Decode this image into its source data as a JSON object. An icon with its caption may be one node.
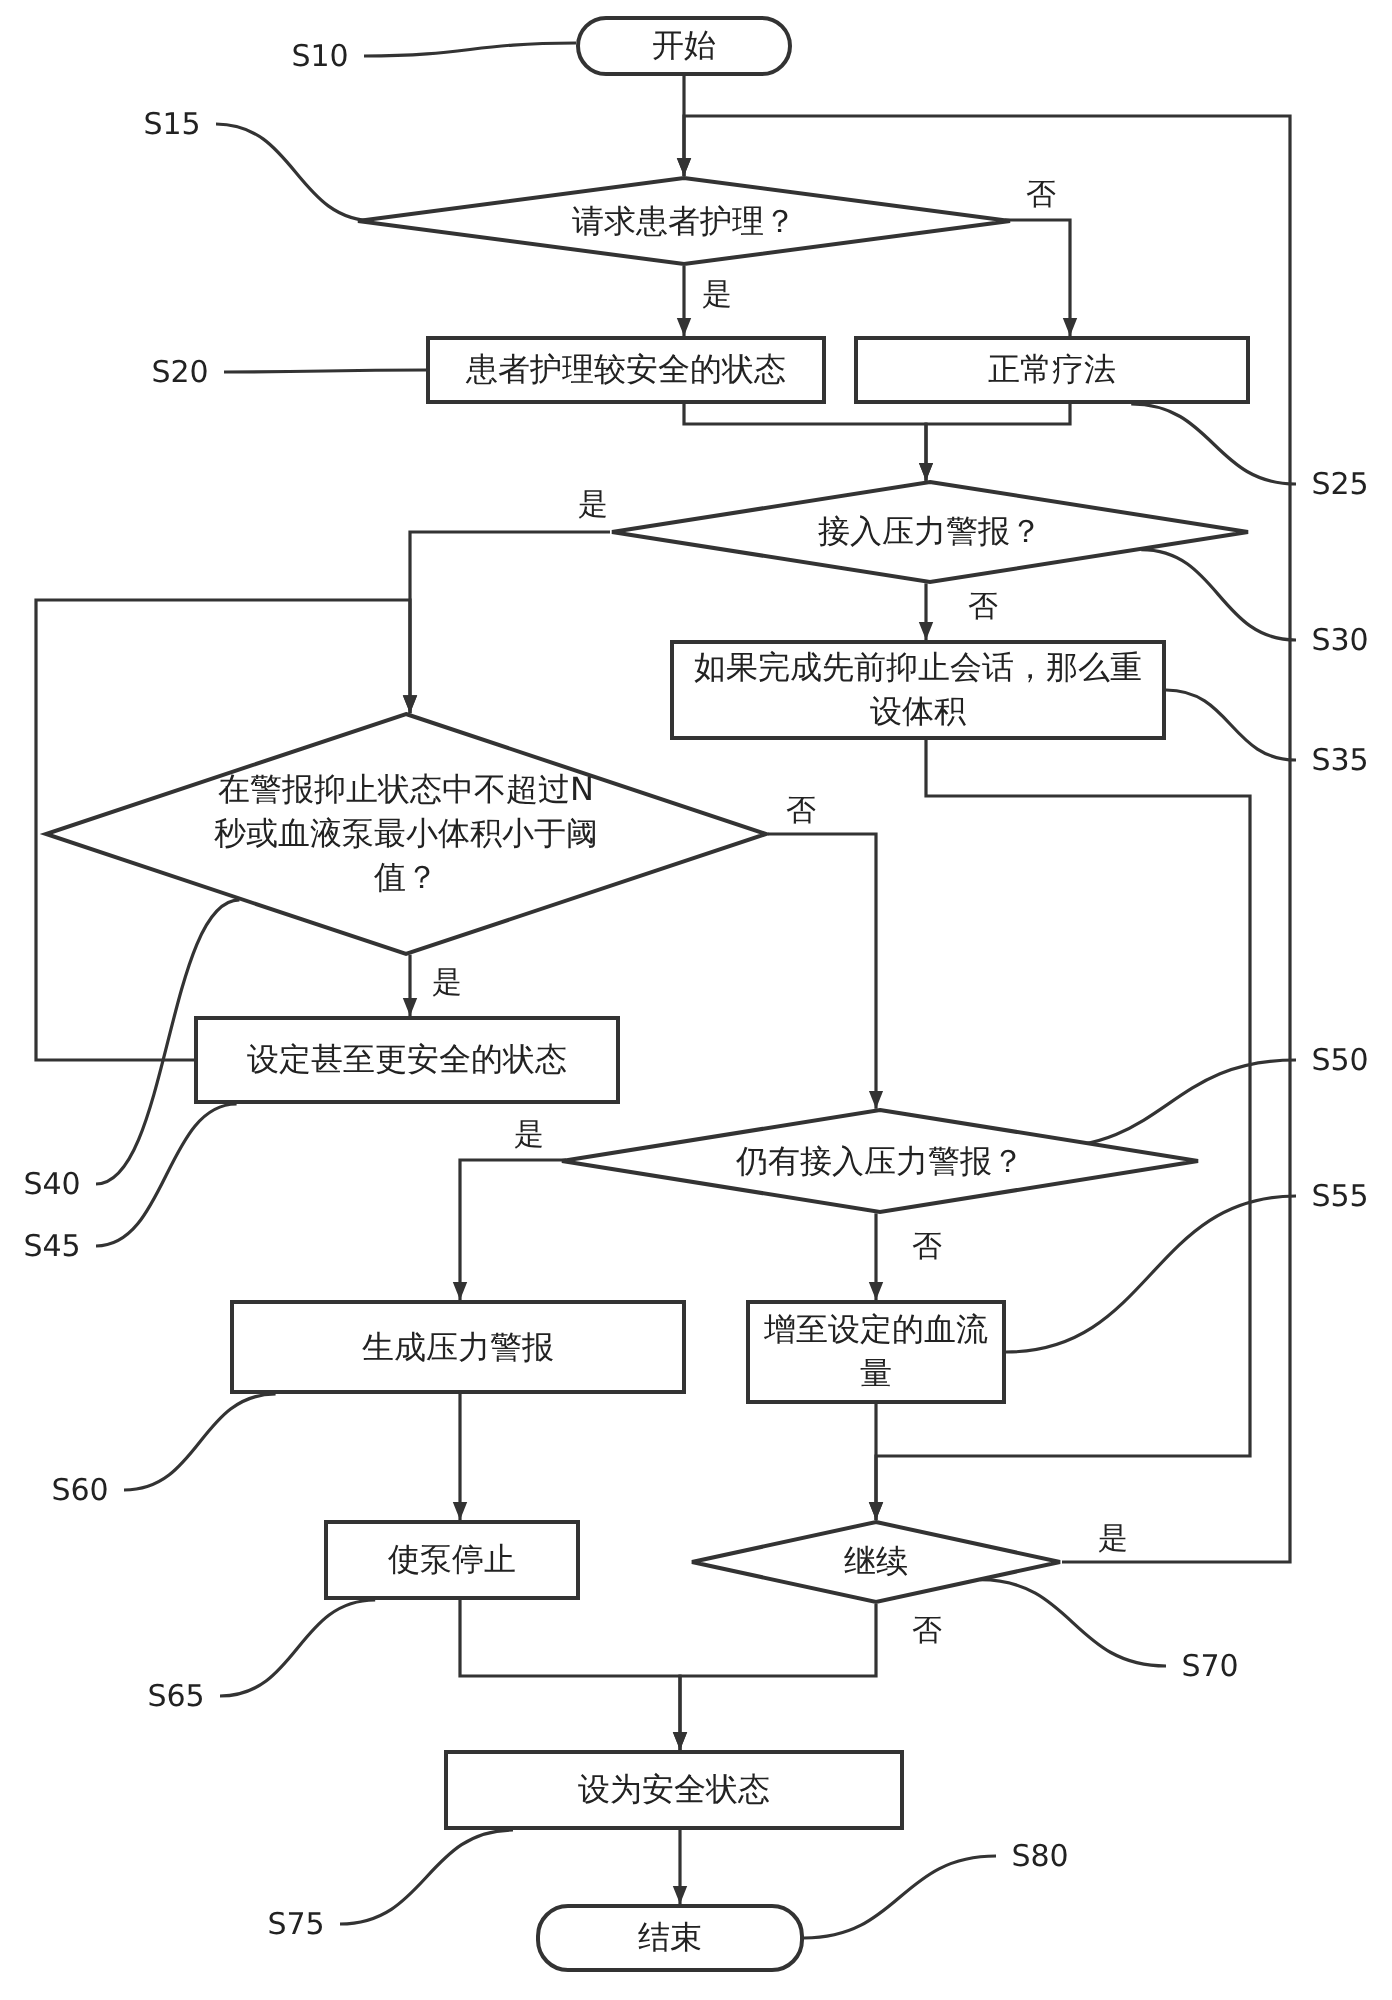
{
  "diagram": {
    "nodes": [
      {
        "text": [
          "开始"
        ]
      },
      {
        "text": [
          "请求患者护理？"
        ]
      },
      {
        "text": [
          "患者护理较安全的状态"
        ]
      },
      {
        "text": [
          "正常疗法"
        ]
      },
      {
        "text": [
          "接入压力警报？"
        ]
      },
      {
        "text": [
          "如果完成先前抑止会话，那么重设体积"
        ]
      },
      {
        "text": [
          "在警报抑止状态中不超过N秒或血液泵最小体积小于阈值？"
        ]
      },
      {
        "text": [
          "设定甚至更安全的状态"
        ]
      },
      {
        "text": [
          "仍有接入压力警报？"
        ]
      },
      {
        "text": [
          "生成压力警报"
        ]
      },
      {
        "text": [
          "增至设定的血流量"
        ]
      },
      {
        "text": [
          "使泵停止"
        ]
      },
      {
        "text": [
          "继续"
        ]
      },
      {
        "text": [
          "设为安全状态"
        ]
      },
      {
        "text": [
          "结束"
        ]
      },
      {
        "text": [
          "S10"
        ]
      },
      {
        "text": [
          "S15"
        ]
      },
      {
        "text": [
          "S20"
        ]
      },
      {
        "text": [
          "S25"
        ]
      },
      {
        "text": [
          "S30"
        ]
      },
      {
        "text": [
          "S35"
        ]
      },
      {
        "text": [
          "S40"
        ]
      },
      {
        "text": [
          "S45"
        ]
      },
      {
        "text": [
          "S50"
        ]
      },
      {
        "text": [
          "S55"
        ]
      },
      {
        "text": [
          "S60"
        ]
      },
      {
        "text": [
          "S65"
        ]
      },
      {
        "text": [
          "S70"
        ]
      },
      {
        "text": [
          "S75"
        ]
      },
      {
        "text": [
          "S80"
        ]
      }
    ],
    "edges": [
      {
        "from": 0,
        "to": 1,
        "arrow": "to"
      },
      {
        "from": 1,
        "to": 2,
        "arrow": "to",
        "label": "是"
      },
      {
        "from": 1,
        "to": 3,
        "arrow": "to",
        "label": "否"
      },
      {
        "from": 2,
        "to": 4,
        "arrow": "to"
      },
      {
        "from": 3,
        "to": 4,
        "arrow": "to"
      },
      {
        "from": 4,
        "to": 6,
        "arrow": "to",
        "label": "是"
      },
      {
        "from": 4,
        "to": 5,
        "arrow": "to",
        "label": "否"
      },
      {
        "from": 6,
        "to": 7,
        "arrow": "to",
        "label": "是"
      },
      {
        "from": 6,
        "to": 8,
        "arrow": "to",
        "label": "否"
      },
      {
        "from": 7,
        "to": 6,
        "arrow": "to"
      },
      {
        "from": 8,
        "to": 9,
        "arrow": "to",
        "label": "是"
      },
      {
        "from": 8,
        "to": 10,
        "arrow": "to",
        "label": "否"
      },
      {
        "from": 9,
        "to": 11,
        "arrow": "to"
      },
      {
        "from": 10,
        "to": 12,
        "arrow": "to"
      },
      {
        "from": 5,
        "to": 12,
        "arrow": "to"
      },
      {
        "from": 12,
        "to": 1,
        "arrow": "to",
        "label": "是"
      },
      {
        "from": 11,
        "to": 13,
        "arrow": "to"
      },
      {
        "from": 12,
        "to": 13,
        "arrow": "to",
        "label": "否"
      },
      {
        "from": 13,
        "to": 14,
        "arrow": "to"
      },
      {
        "from": 15,
        "to": 0,
        "arrow": "none"
      },
      {
        "from": 16,
        "to": 1,
        "arrow": "none"
      },
      {
        "from": 17,
        "to": 2,
        "arrow": "none"
      },
      {
        "from": 18,
        "to": 3,
        "arrow": "none"
      },
      {
        "from": 19,
        "to": 4,
        "arrow": "none"
      },
      {
        "from": 20,
        "to": 5,
        "arrow": "none"
      },
      {
        "from": 21,
        "to": 6,
        "arrow": "none"
      },
      {
        "from": 22,
        "to": 7,
        "arrow": "none"
      },
      {
        "from": 23,
        "to": 8,
        "arrow": "none"
      },
      {
        "from": 24,
        "to": 10,
        "arrow": "none"
      },
      {
        "from": 25,
        "to": 9,
        "arrow": "none"
      },
      {
        "from": 26,
        "to": 11,
        "arrow": "none"
      },
      {
        "from": 27,
        "to": 12,
        "arrow": "none"
      },
      {
        "from": 28,
        "to": 13,
        "arrow": "none"
      },
      {
        "from": 29,
        "to": 14,
        "arrow": "none"
      }
    ]
  }
}
